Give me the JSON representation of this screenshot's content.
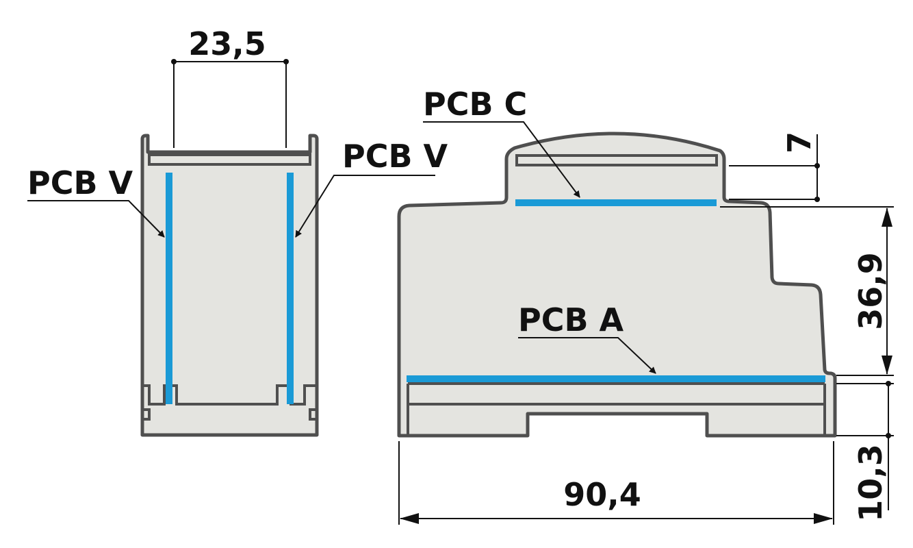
{
  "labels": {
    "pcb_v_left": "PCB V",
    "pcb_v_right": "PCB V",
    "pcb_c": "PCB C",
    "pcb_a": "PCB A"
  },
  "dimensions": {
    "width_side": "23,5",
    "top_step": "7",
    "body_height": "36,9",
    "base_height": "10,3",
    "total_length": "90,4"
  },
  "colors": {
    "housing_fill": "#e4e4e0",
    "housing_stroke": "#4f4f4f",
    "pcb": "#1a9ad6",
    "dimension_line": "#111111"
  }
}
